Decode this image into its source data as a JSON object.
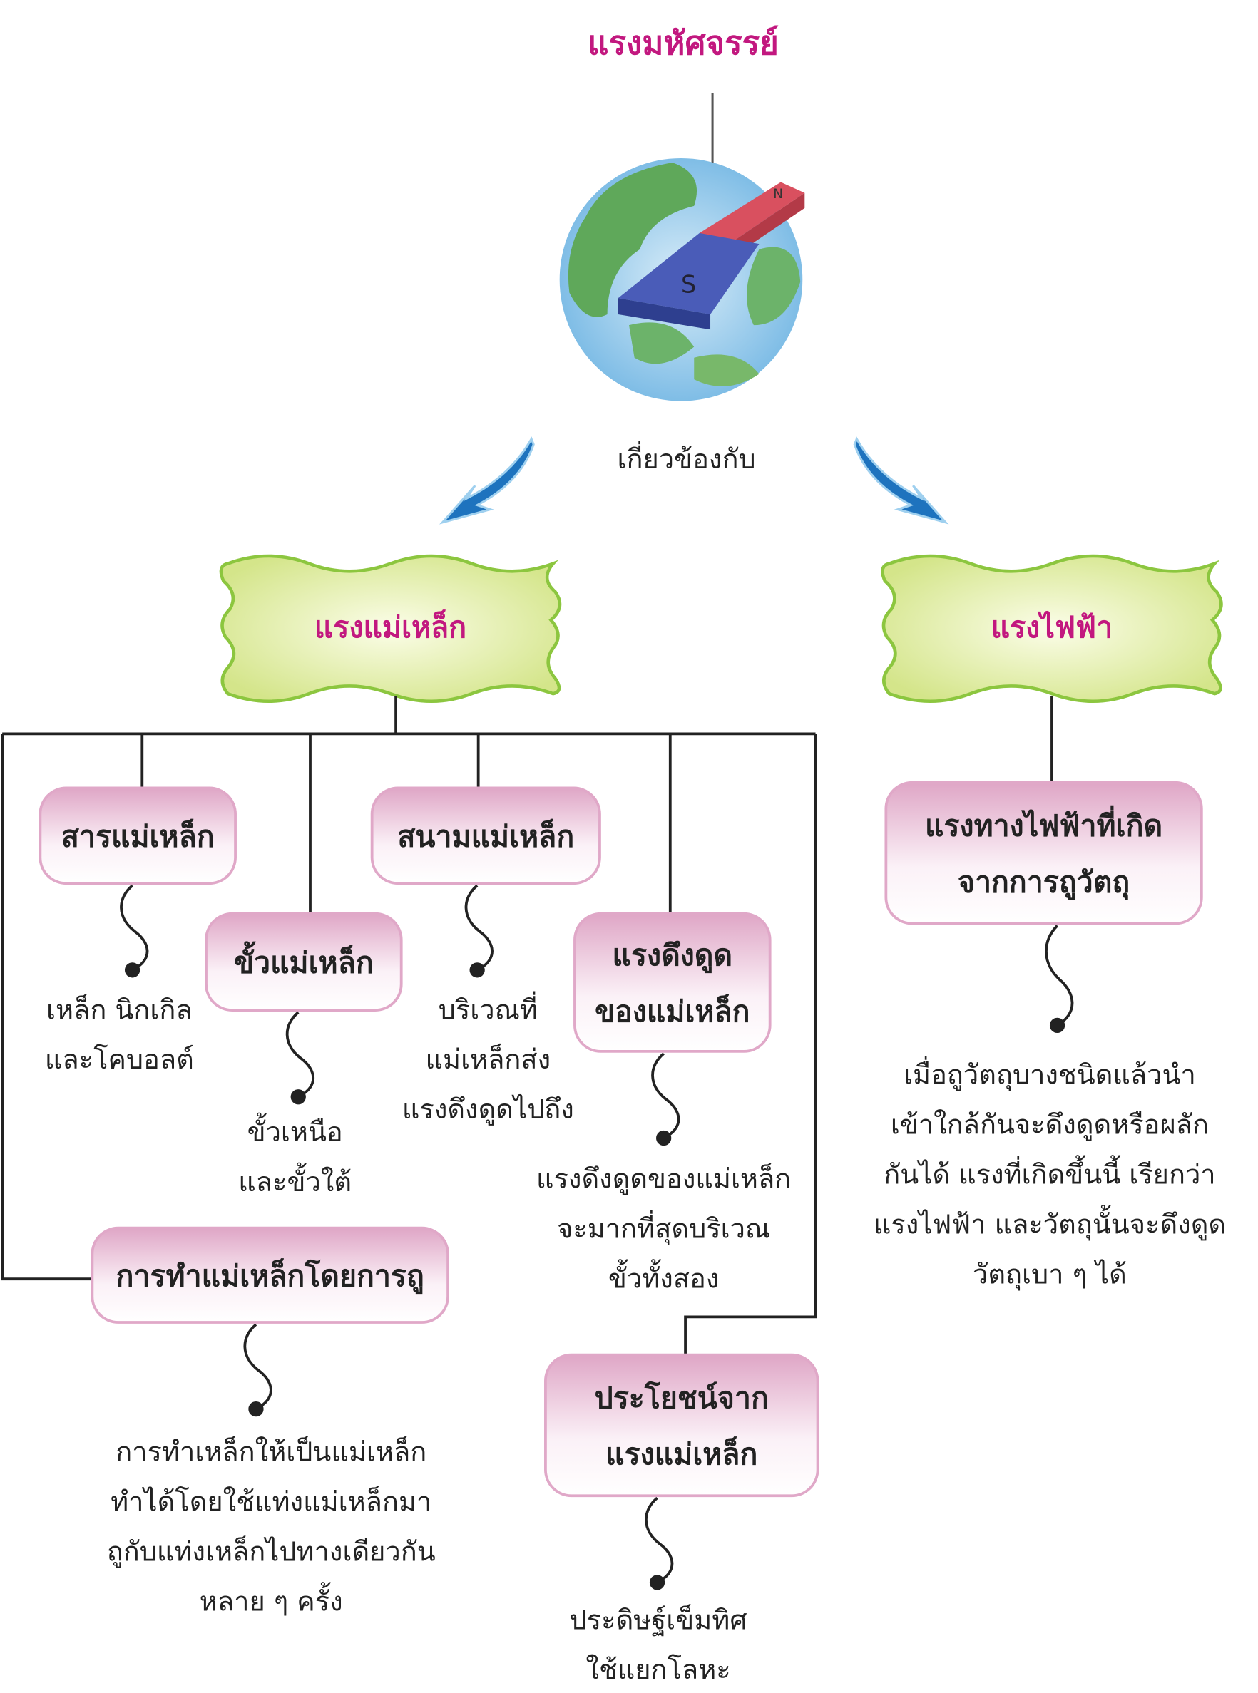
{
  "title": "แรงมหัศจรรย์",
  "connector_label": "เกี่ยวข้องกับ",
  "colors": {
    "accent": "#c2187f",
    "box_pink": "#e0a8c8",
    "wavy_green": "#8cc63f",
    "arrow_blue": "#1e73be"
  },
  "magnet": {
    "north_label": "N",
    "south_label": "S"
  },
  "branches": {
    "magnetic": {
      "label": "แรงแม่เหล็ก"
    },
    "electric": {
      "label": "แรงไฟฟ้า"
    }
  },
  "magnetic_topics": [
    {
      "label": [
        "สารแม่เหล็ก"
      ],
      "desc": [
        "เหล็ก นิกเกิล",
        "และโคบอลต์"
      ]
    },
    {
      "label": [
        "ขั้วแม่เหล็ก"
      ],
      "desc": [
        "ขั้วเหนือ",
        "และขั้วใต้"
      ]
    },
    {
      "label": [
        "สนามแม่เหล็ก"
      ],
      "desc": [
        "บริเวณที่",
        "แม่เหล็กส่ง",
        "แรงดึงดูดไปถึง"
      ]
    },
    {
      "label": [
        "แรงดึงดูด",
        "ของแม่เหล็ก"
      ],
      "desc": [
        "แรงดึงดูดของแม่เหล็ก",
        "จะมากที่สุดบริเวณ",
        "ขั้วทั้งสอง"
      ]
    },
    {
      "label": [
        "การทำแม่เหล็กโดยการถู"
      ],
      "desc": [
        "การทำเหล็กให้เป็นแม่เหล็ก",
        "ทำได้โดยใช้แท่งแม่เหล็กมา",
        "ถูกับแท่งเหล็กไปทางเดียวกัน",
        "หลาย ๆ ครั้ง"
      ]
    },
    {
      "label": [
        "ประโยชน์จาก",
        "แรงแม่เหล็ก"
      ],
      "desc": [
        "ประดิษฐ์เข็มทิศ",
        "ใช้แยกโลหะ"
      ]
    }
  ],
  "electric_topics": [
    {
      "label": [
        "แรงทางไฟฟ้าที่เกิด",
        "จากการถูวัตถุ"
      ],
      "desc": [
        "เมื่อถูวัตถุบางชนิดแล้วนำ",
        "เข้าใกล้กันจะดึงดูดหรือผลัก",
        "กันได้ แรงที่เกิดขึ้นนี้ เรียกว่า",
        "แรงไฟฟ้า และวัตถุนั้นจะดึงดูด",
        "วัตถุเบา ๆ ได้"
      ]
    }
  ]
}
